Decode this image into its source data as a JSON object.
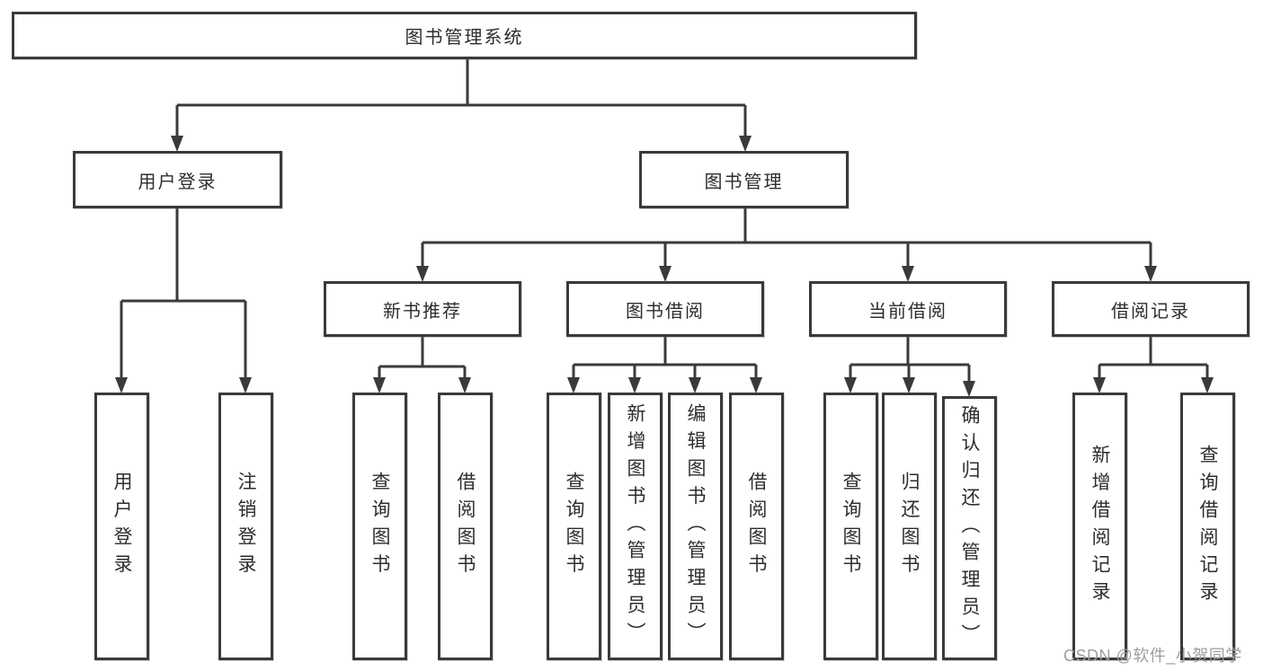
{
  "diagram": {
    "type": "hierarchy-tree",
    "root": {
      "label": "图书管理系统",
      "children": [
        {
          "label": "用户登录",
          "children": [
            {
              "label": "用户登录"
            },
            {
              "label": "注销登录"
            }
          ]
        },
        {
          "label": "图书管理",
          "children": [
            {
              "label": "新书推荐",
              "children": [
                {
                  "label": "查询图书"
                },
                {
                  "label": "借阅图书"
                }
              ]
            },
            {
              "label": "图书借阅",
              "children": [
                {
                  "label": "查询图书"
                },
                {
                  "label": "新增图书（管理员）"
                },
                {
                  "label": "编辑图书（管理员）"
                },
                {
                  "label": "借阅图书"
                }
              ]
            },
            {
              "label": "当前借阅",
              "children": [
                {
                  "label": "查询图书"
                },
                {
                  "label": "归还图书"
                },
                {
                  "label": "确认归还（管理员）"
                }
              ]
            },
            {
              "label": "借阅记录",
              "children": [
                {
                  "label": "新增借阅记录"
                },
                {
                  "label": "查询借阅记录"
                }
              ]
            }
          ]
        }
      ]
    }
  },
  "watermark": {
    "text": "CSDN @软件_小贺同学",
    "color": "#9d9da5"
  },
  "colors": {
    "line": "#3a3a3a",
    "box_border": "#3a3a3a",
    "text": "#2d2d2d",
    "background": "#ffffff"
  }
}
